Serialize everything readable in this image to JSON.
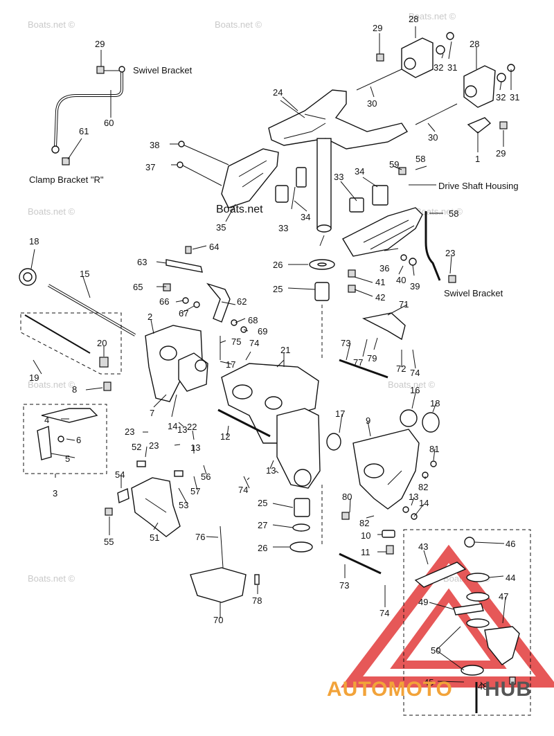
{
  "watermark": "Boats.net ©",
  "inline_watermark": "Boats.net",
  "captions": {
    "swivel_bracket_top": "Swivel Bracket",
    "clamp_bracket_r": "Clamp Bracket \"R\"",
    "drive_shaft_housing": "Drive Shaft Housing",
    "swivel_bracket_right": "Swivel Bracket"
  },
  "callouts": [
    "1",
    "2",
    "3",
    "4",
    "5",
    "6",
    "7",
    "8",
    "9",
    "10",
    "11",
    "12",
    "13",
    "14",
    "15",
    "16",
    "17",
    "18",
    "19",
    "20",
    "21",
    "22",
    "23",
    "24",
    "25",
    "26",
    "27",
    "28",
    "29",
    "30",
    "31",
    "32",
    "33",
    "34",
    "35",
    "36",
    "37",
    "38",
    "39",
    "40",
    "41",
    "42",
    "43",
    "44",
    "45",
    "46",
    "47",
    "48",
    "49",
    "50",
    "51",
    "52",
    "53",
    "54",
    "55",
    "56",
    "57",
    "58",
    "59",
    "60",
    "61",
    "62",
    "63",
    "64",
    "65",
    "66",
    "67",
    "68",
    "69",
    "70",
    "71",
    "72",
    "73",
    "74",
    "75",
    "76",
    "77",
    "78",
    "79",
    "80",
    "81",
    "82"
  ],
  "logo": {
    "left": "AUTOMOTO",
    "right": "HUB",
    "left_color": "#f2a33a",
    "right_color": "#555555",
    "triangle_color": "#e23b3b"
  }
}
